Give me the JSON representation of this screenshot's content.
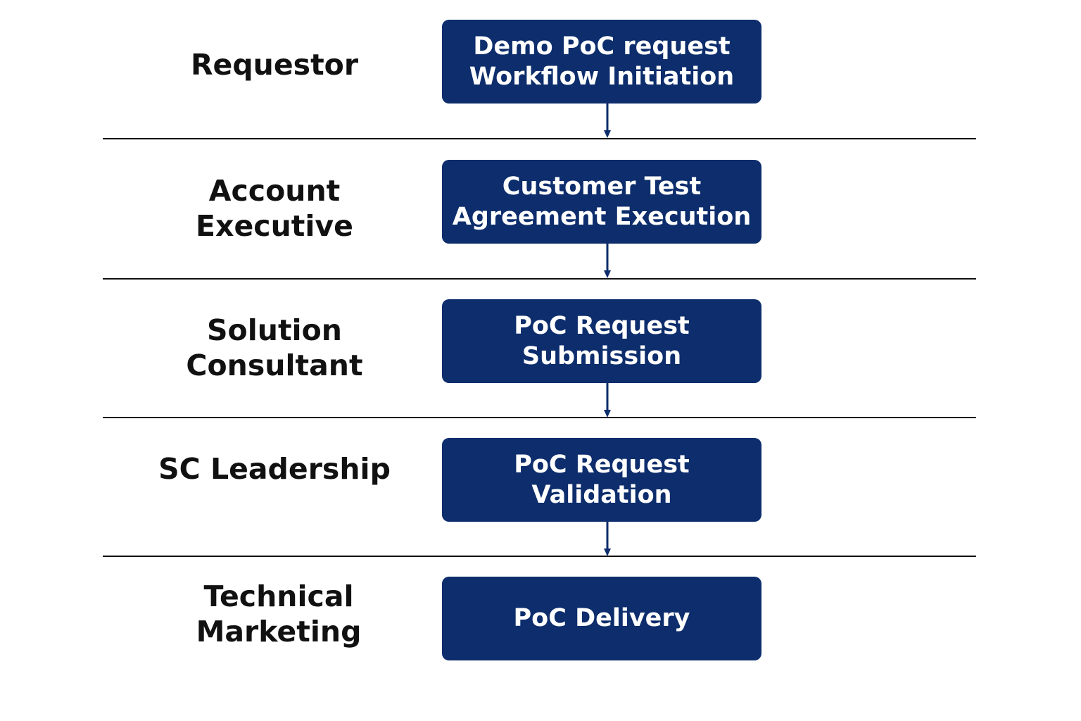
{
  "lanes": [
    {
      "role": [
        "Requestor"
      ],
      "step": [
        "Demo PoC request",
        "Workflow Initiation"
      ]
    },
    {
      "role": [
        "Account",
        "Executive"
      ],
      "step": [
        "Customer Test",
        "Agreement Execution"
      ]
    },
    {
      "role": [
        "Solution",
        "Consultant"
      ],
      "step": [
        "PoC Request",
        "Submission"
      ]
    },
    {
      "role": [
        "SC Leadership"
      ],
      "step": [
        "PoC Request",
        "Validation"
      ]
    },
    {
      "role": [
        "Technical",
        "Marketing"
      ],
      "step": [
        "PoC Delivery"
      ]
    }
  ],
  "colors": {
    "box_fill": "#0d2d6c",
    "box_text": "#ffffff",
    "divider": "#111111",
    "arrow": "#0d2d6c"
  }
}
